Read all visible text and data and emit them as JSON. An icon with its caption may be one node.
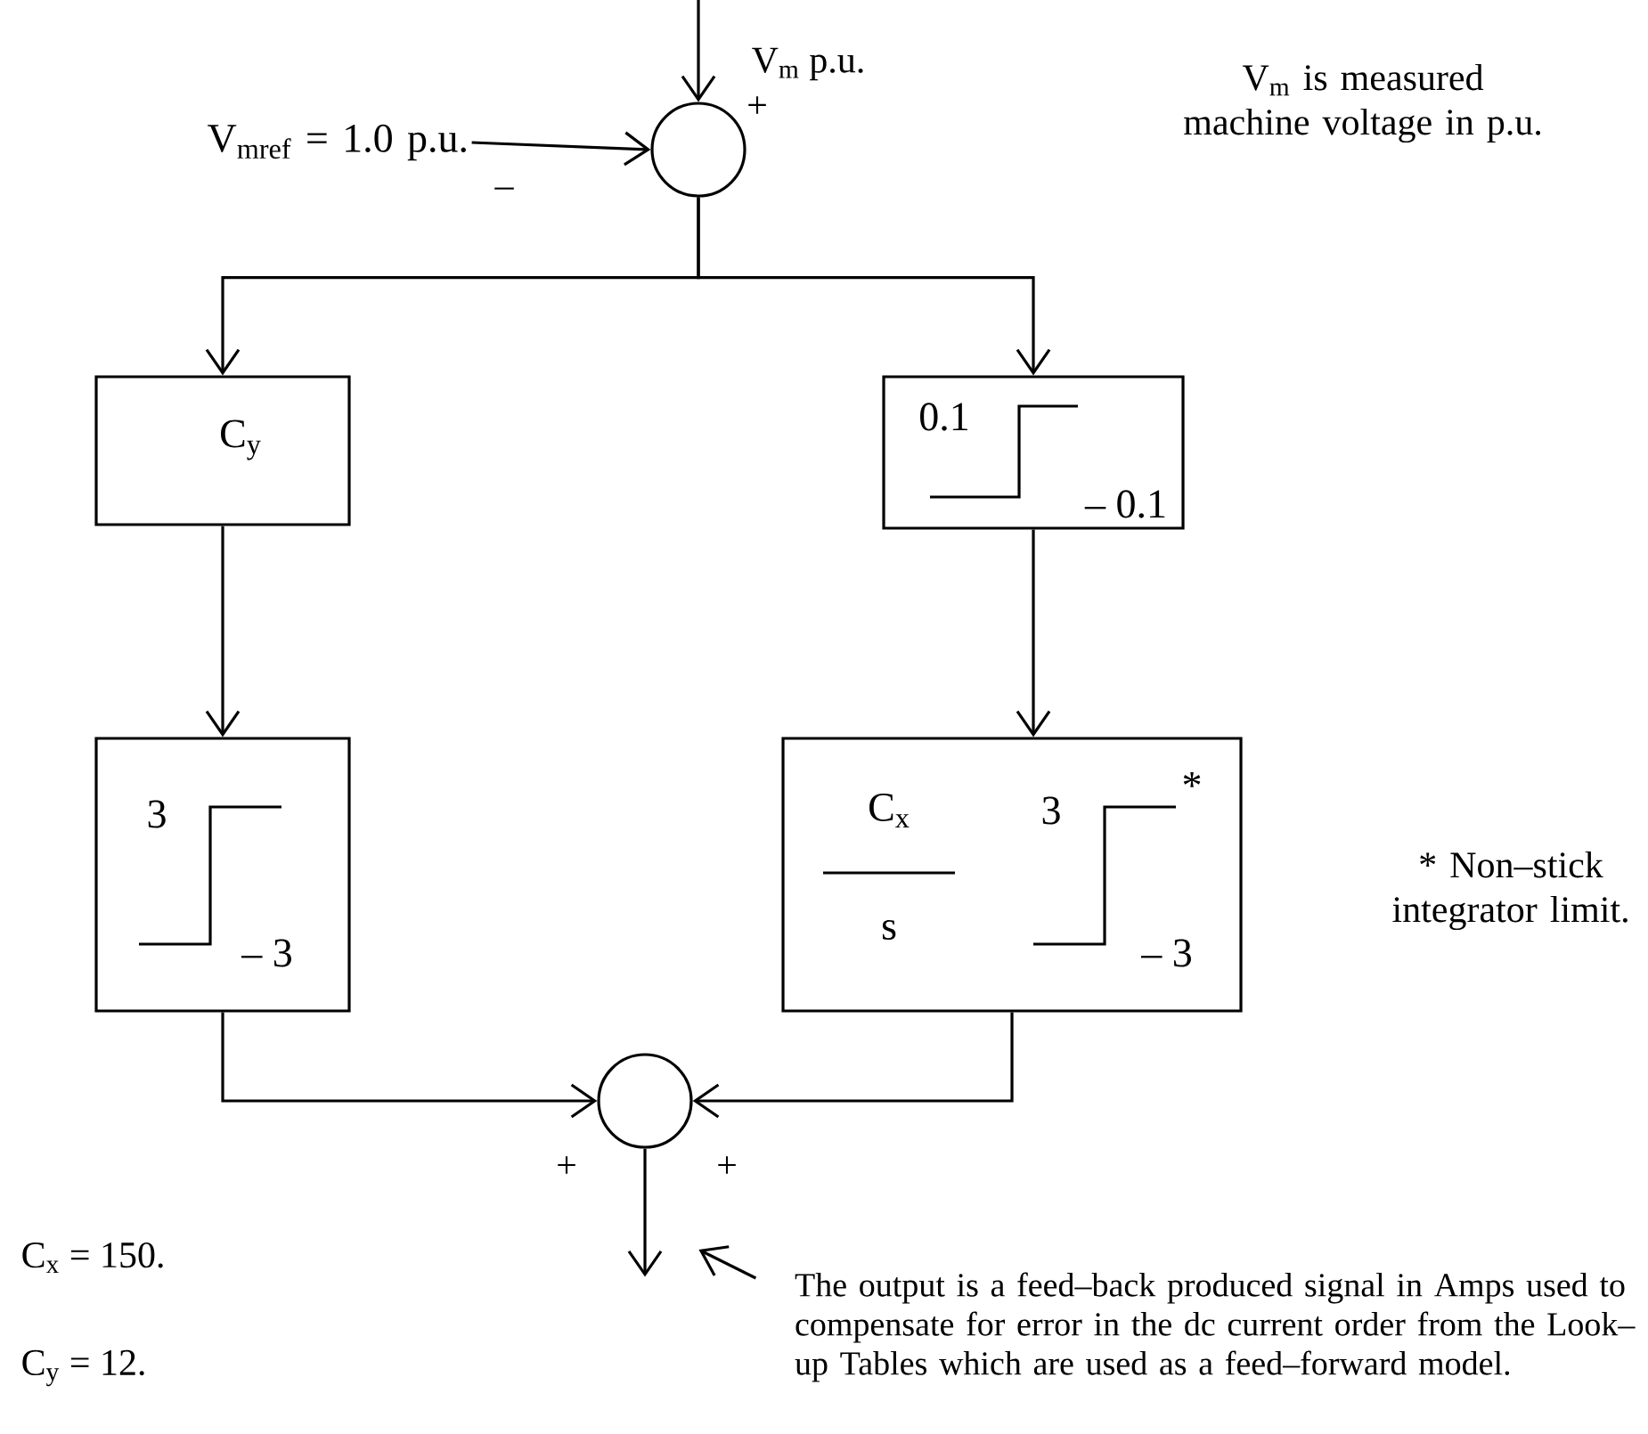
{
  "diagram": {
    "nodes": [
      {
        "text": [],
        "shape": "circle"
      },
      {
        "text": [
          "C$_{y}$"
        ]
      },
      {
        "text": [
          "0.1",
          "– 0.1"
        ]
      },
      {
        "text": [
          "3",
          "– 3"
        ]
      },
      {
        "text": [
          "C$_{x}$",
          "s",
          "3",
          "– 3",
          "*"
        ]
      },
      {
        "text": [],
        "shape": "circle"
      },
      {
        "text": [
          "V$_{mref}$ = 1.0 p.u."
        ]
      },
      {
        "text": [
          "The output is a feed–back produced signal in Amps used to compensate for error in the dc current order from the Look–up Tables which are used as a feed–forward model."
        ]
      }
    ],
    "edges": [
      {
        "from": null,
        "to": 0,
        "arrow": "to"
      },
      {
        "from": 6,
        "to": 0,
        "arrow": "to"
      },
      {
        "from": 0,
        "to": 1,
        "arrow": "to"
      },
      {
        "from": 0,
        "to": 2,
        "arrow": "to"
      },
      {
        "from": 1,
        "to": 3,
        "arrow": "to"
      },
      {
        "from": 2,
        "to": 4,
        "arrow": "to"
      },
      {
        "from": 3,
        "to": 5,
        "arrow": "to"
      },
      {
        "from": 4,
        "to": 5,
        "arrow": "to"
      },
      {
        "from": 5,
        "to": null,
        "arrow": "to"
      },
      {
        "from": 7,
        "to": null,
        "arrow": "to"
      }
    ],
    "labels": [
      "V$_{m}$ p.u.",
      "+",
      "–",
      "V$_{m}$ is measured machine voltage in p.u.",
      "* Non–stick integrator limit.",
      "+",
      "+",
      "C$_{x}$ = 150.",
      "C$_{y}$ = 12."
    ]
  }
}
